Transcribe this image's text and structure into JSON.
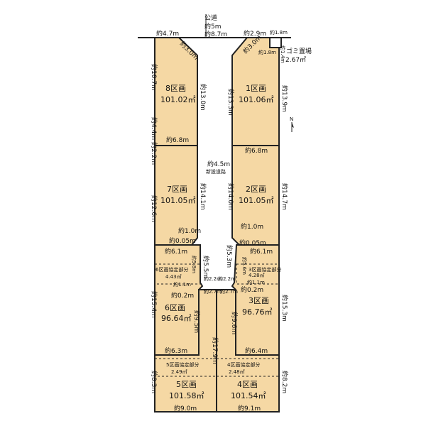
{
  "road": {
    "public_label": "公道",
    "public_width": "約5m",
    "new_road_width": "約4.5m",
    "new_road_label": "新設道路"
  },
  "north": {
    "label": "N"
  },
  "garbage": {
    "label": "ゴミ置場",
    "area": "2.67㎡",
    "dim_a": "約1.8m",
    "dim_b": "約1.8m",
    "dim_c": "約1.4m"
  },
  "lots": [
    {
      "id": "8",
      "name": "8区画",
      "area": "101.02㎡"
    },
    {
      "id": "1",
      "name": "1区画",
      "area": "101.06㎡"
    },
    {
      "id": "7",
      "name": "7区画",
      "area": "101.05㎡"
    },
    {
      "id": "2",
      "name": "2区画",
      "area": "101.05㎡"
    },
    {
      "id": "6",
      "name": "6区画",
      "area": "96.64㎡",
      "share_label": "6区画協定部分",
      "share_area": "4.43㎡"
    },
    {
      "id": "3",
      "name": "3区画",
      "area": "96.76㎡",
      "share_label": "3区画協定部分",
      "share_area": "4.28㎡"
    },
    {
      "id": "5",
      "name": "5区画",
      "area": "101.58㎡",
      "share_label": "5区画協定部分",
      "share_area": "2.49㎡"
    },
    {
      "id": "4",
      "name": "4区画",
      "area": "101.54㎡",
      "share_label": "4区画協定部分",
      "share_area": "2.48㎡"
    }
  ],
  "dims": {
    "top_left": "約4.7m",
    "top_mid": "約8.7m",
    "top_right": "約2.9m",
    "top_far": "約1.8m",
    "l8_corner": "約3.0m",
    "l1_corner": "約3.0m",
    "l8_left_a": "約10.7m",
    "l8_left_b": "約4.4m",
    "l8_right": "約13.0m",
    "l1_left": "約13.3m",
    "l1_right": "約13.9m",
    "l8_bottom": "約6.8m",
    "l1_bottom": "約6.8m",
    "l7_left_a": "約2.2m",
    "l7_left_b": "約12.6m",
    "l7_right": "約14.1m",
    "l2_left": "約14.0m",
    "l2_right": "約14.7m",
    "l7_chamfer": "約1.0m",
    "l2_chamfer": "約1.0m",
    "l7_off": "約0.05m",
    "l2_off": "約0.05m",
    "l6_top": "約6.1m",
    "l3_top": "約6.1m",
    "l6_inner": "約5.8m",
    "road_5_5": "約5.5m",
    "road_5_3": "約5.3m",
    "l3_inner": "約5.6m",
    "l6_dim_a": "約1.1m",
    "l3_dim_a": "約1.1m",
    "l6_dim_b": "約0.2m",
    "l3_dim_b": "約0.2m",
    "stem_l": "約2.2m",
    "stem_r": "約2.2m",
    "stem_l2": "約2.7m",
    "stem_r2": "約2.7m",
    "l6_left": "約15.4m",
    "l6_right": "約9.5m",
    "l3_left": "約9.6m",
    "l3_right": "約15.3m",
    "l6_bottom": "約6.3m",
    "l3_bottom": "約6.4m",
    "center_long": "約17.9m",
    "l5_left": "約8.3m",
    "l4_right": "約8.2m",
    "l5_bottom": "約9.0m",
    "l4_bottom": "約9.1m"
  }
}
